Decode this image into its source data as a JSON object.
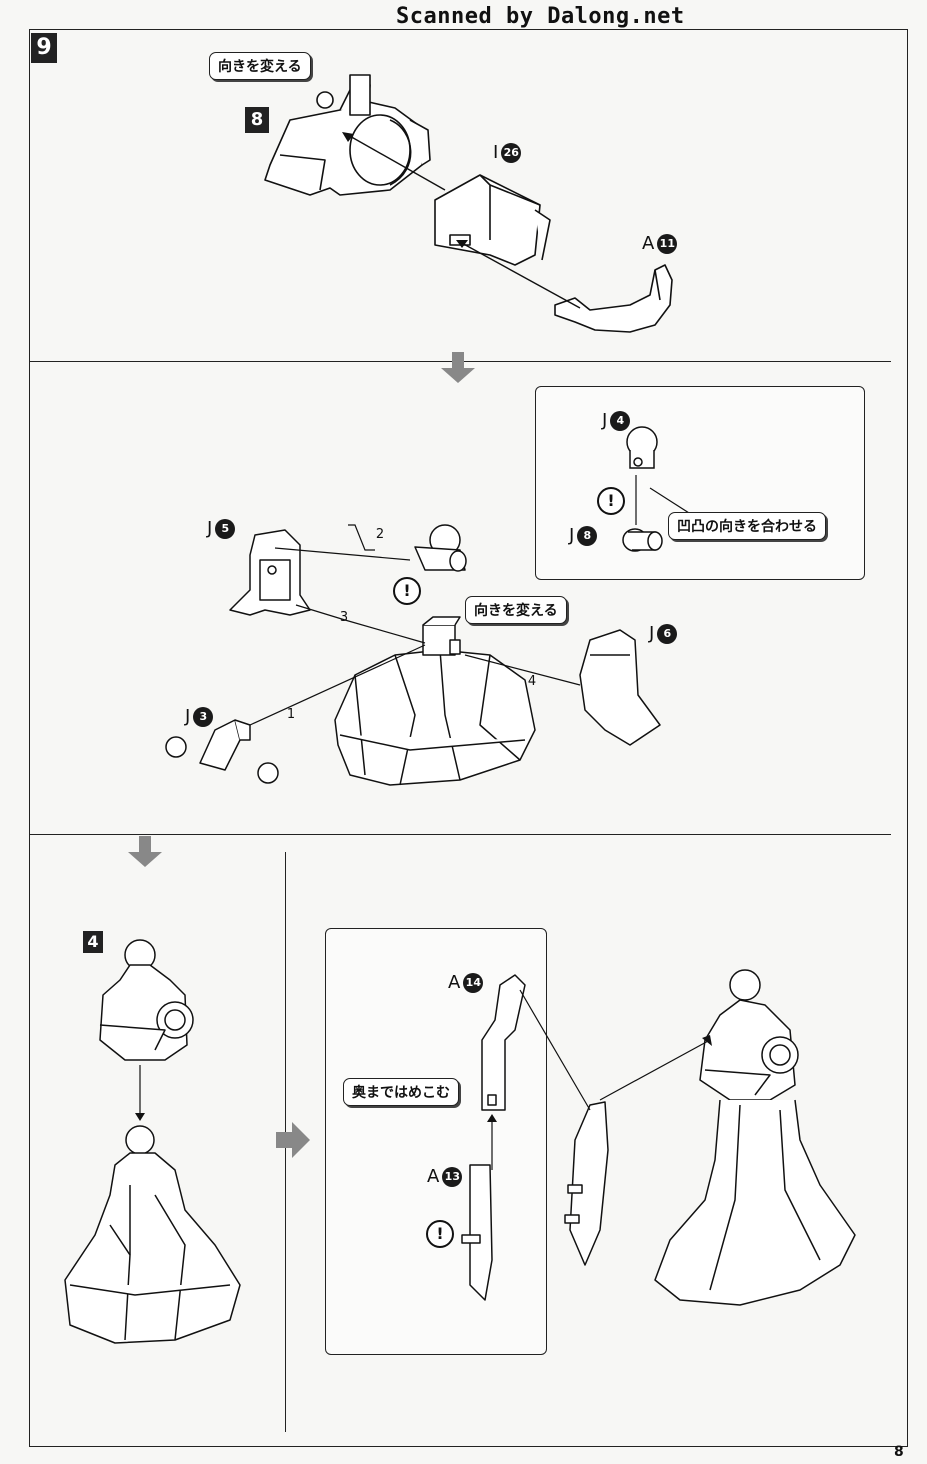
{
  "header": {
    "title": "Scanned by Dalong.net"
  },
  "page_number": "8",
  "step": {
    "number": "9"
  },
  "callouts": {
    "turn_direction": "向きを変える",
    "align_shape": "凹凸の向きを合わせる",
    "insert_fully": "奥まではめこむ"
  },
  "sub_step_badges": {
    "ref_8": "8",
    "ref_4": "4"
  },
  "parts": {
    "i26": {
      "letter": "I",
      "num": "26"
    },
    "a11": {
      "letter": "A",
      "num": "11"
    },
    "j4": {
      "letter": "J",
      "num": "4"
    },
    "j8": {
      "letter": "J",
      "num": "8"
    },
    "j5": {
      "letter": "J",
      "num": "5"
    },
    "j6": {
      "letter": "J",
      "num": "6"
    },
    "j3": {
      "letter": "J",
      "num": "3"
    },
    "a14": {
      "letter": "A",
      "num": "14"
    },
    "a13": {
      "letter": "A",
      "num": "13"
    }
  },
  "order_numbers": [
    "1",
    "2",
    "3",
    "4"
  ],
  "warning_symbol": "!"
}
